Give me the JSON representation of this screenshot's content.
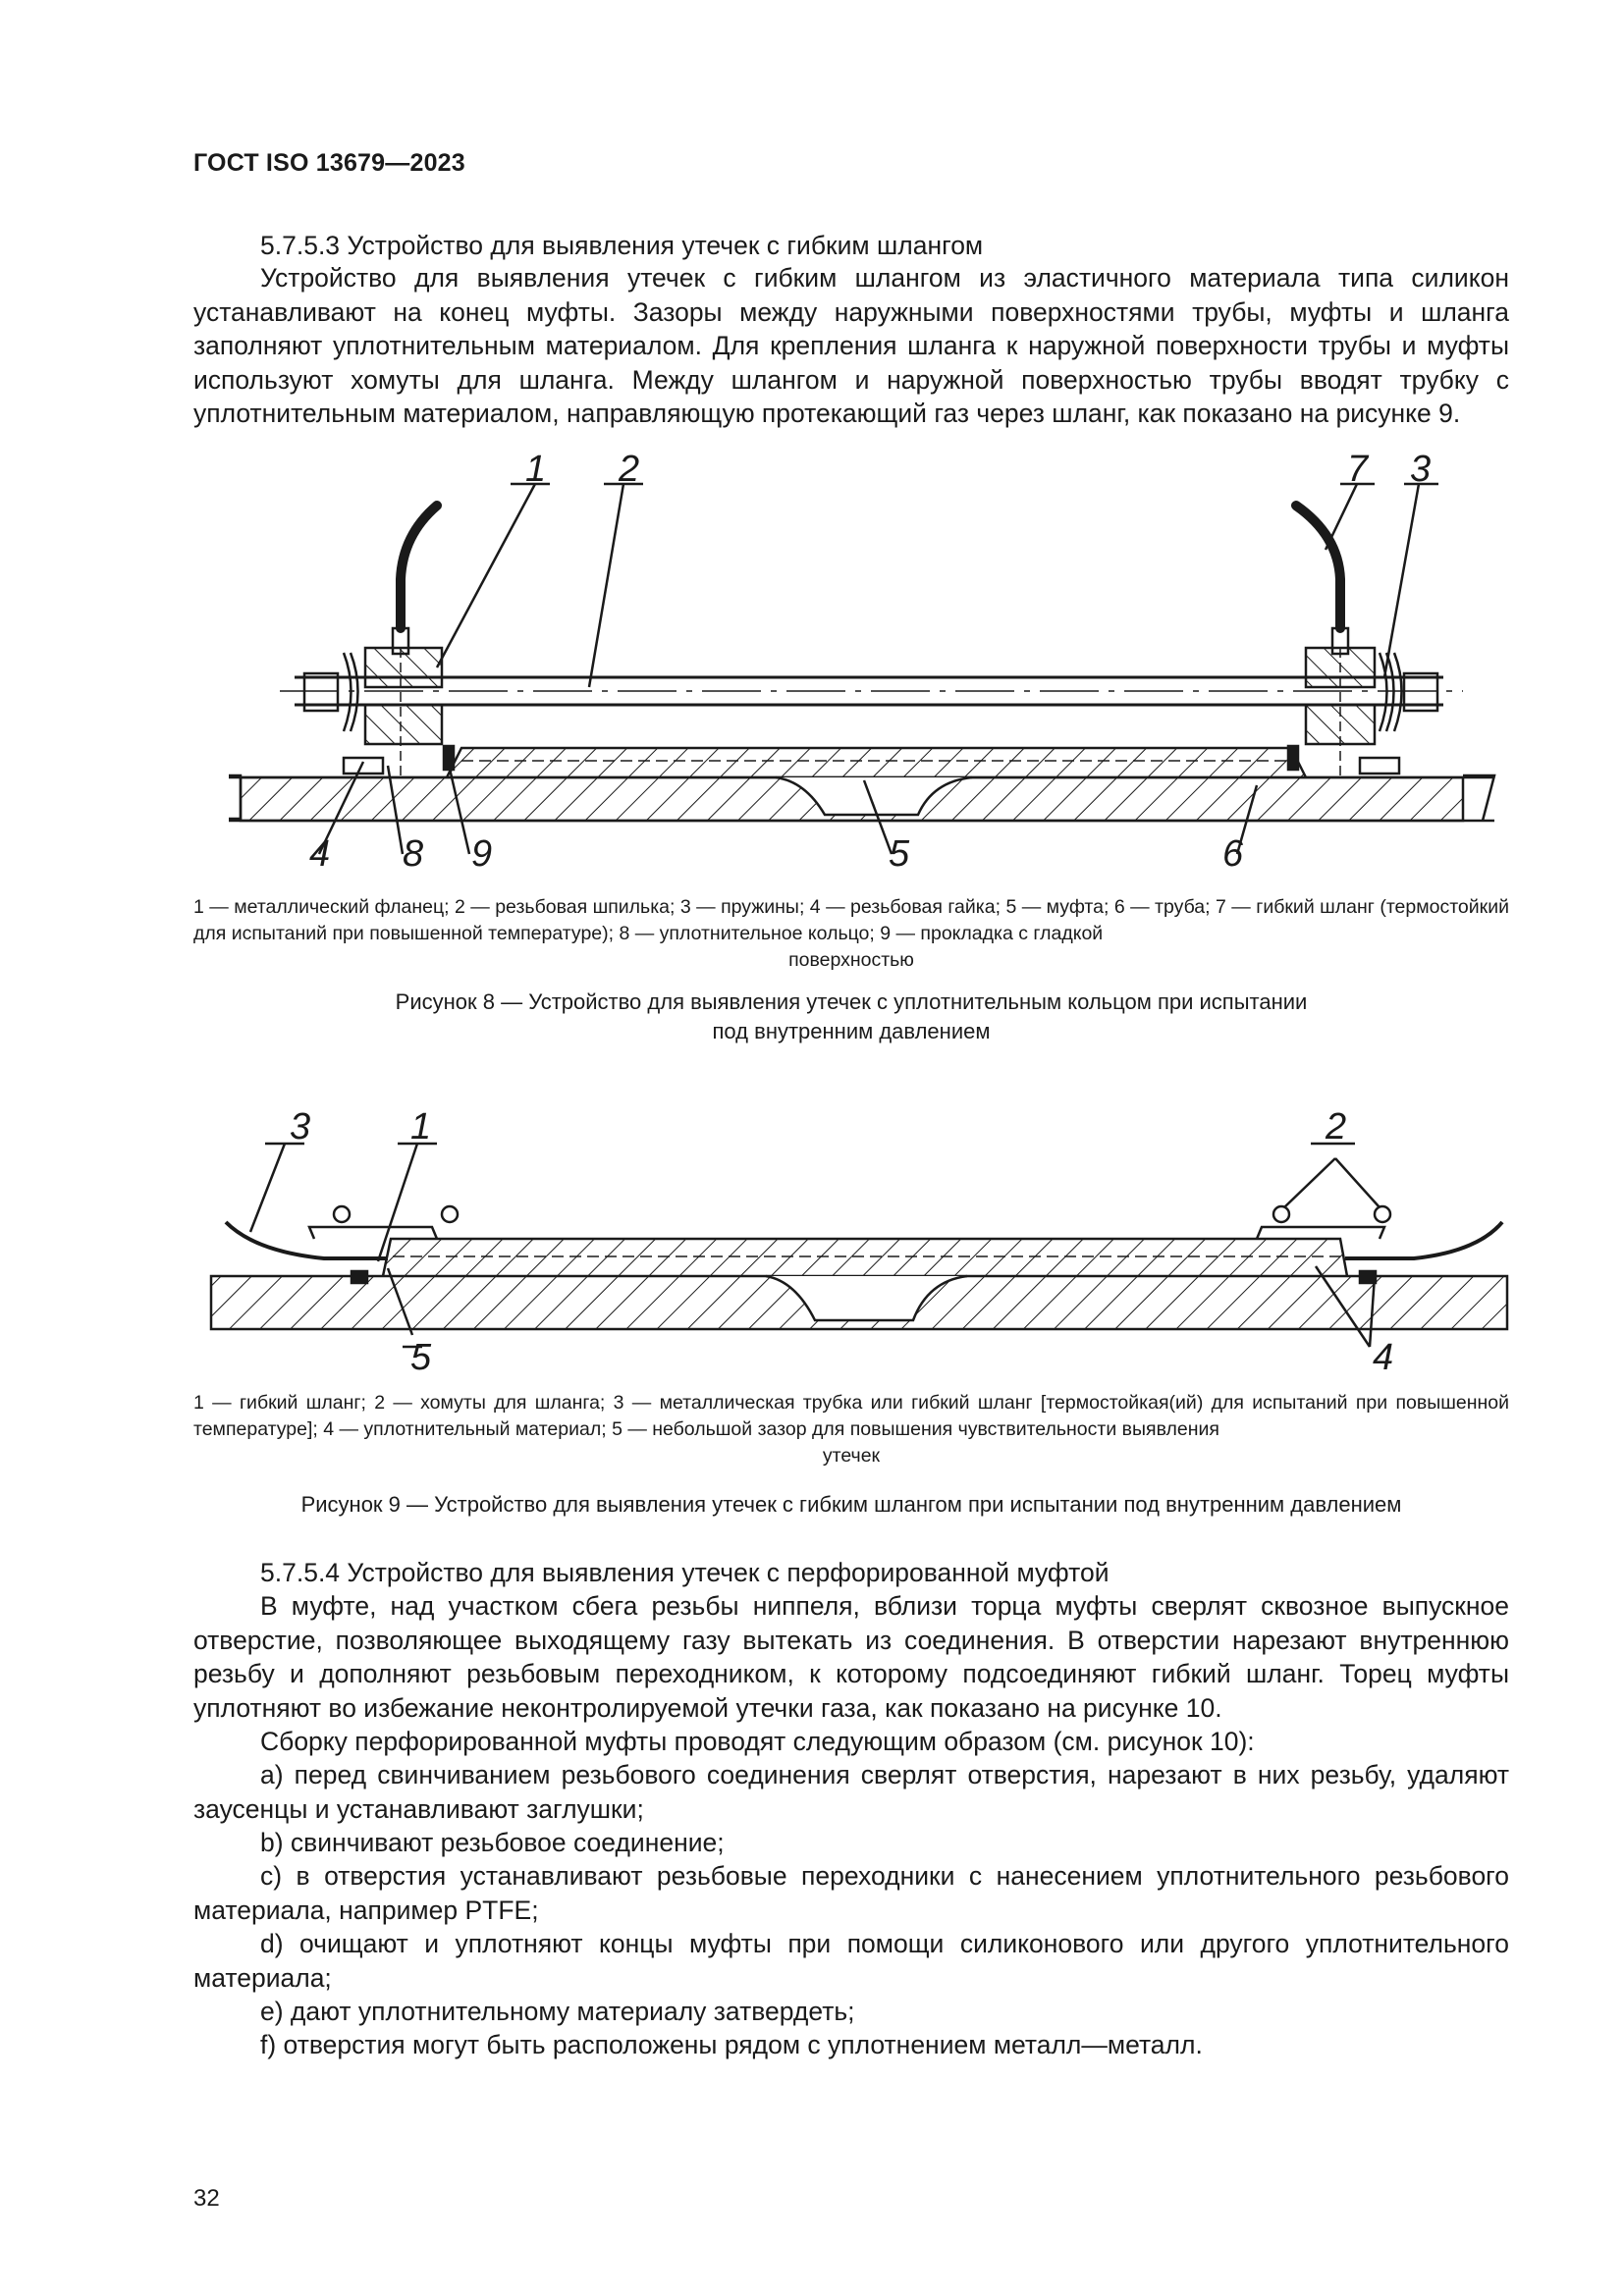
{
  "header": {
    "doc_id": "ГОСТ ISO 13679—2023"
  },
  "section_5753": {
    "title": "5.7.5.3  Устройство для выявления утечек с гибким шлангом",
    "body": "Устройство для выявления утечек с гибким шлангом из эластичного материала типа силикон устанавливают на конец муфты. Зазоры между наружными поверхностями трубы, муфты и шланга заполняют уплотнительным материалом. Для крепления шланга к наружной поверхности трубы и муфты используют хомуты для шланга. Между шлангом и наружной поверхностью трубы вводят трубку с уплотнительным материалом, направляющую протекающий газ через шланг, как показано на рисунке 9."
  },
  "figure8": {
    "labels": [
      "1",
      "2",
      "7",
      "3",
      "4",
      "8",
      "9",
      "5",
      "6"
    ],
    "legend_part1": "1 — металлический фланец; 2 — резьбовая шпилька; 3 — пружины; 4 — резьбовая гайка; 5 — муфта; 6 — труба; 7 — гибкий шланг (термостойкий для испытаний при повышенной температуре); 8 — уплотнительное кольцо; 9 — прокладка с гладкой",
    "legend_part2": "поверхностью",
    "caption_line1": "Рисунок 8 — Устройство для выявления утечек с уплотнительным кольцом при испытании",
    "caption_line2": "под внутренним давлением"
  },
  "figure9": {
    "labels": [
      "3",
      "1",
      "2",
      "5",
      "4"
    ],
    "legend_part1": "1 — гибкий шланг; 2 — хомуты для шланга; 3 — металлическая трубка или гибкий шланг [термостойкая(ий) для испытаний при повышенной температуре]; 4 — уплотнительный материал; 5 — небольшой зазор для повышения чувствительности выявления",
    "legend_part2": "утечек",
    "caption": "Рисунок 9 — Устройство для выявления утечек с гибким шлангом при испытании под внутренним давлением"
  },
  "section_5754": {
    "title": "5.7.5.4  Устройство для выявления утечек с перфорированной муфтой",
    "body": "В муфте, над участком сбега резьбы ниппеля, вблизи торца муфты сверлят сквозное выпускное отверстие, позволяющее выходящему газу вытекать из соединения. В отверстии нарезают внутреннюю резьбу и дополняют резьбовым переходником, к которому подсоединяют гибкий шланг. Торец муфты уплотняют во избежание неконтролируемой утечки газа, как показано на рисунке 10.",
    "assembly_intro": "Сборку перфорированной муфты проводят следующим образом (см. рисунок 10):",
    "steps": [
      "a)  перед свинчиванием резьбового соединения сверлят отверстия, нарезают в них резьбу, удаляют заусенцы и устанавливают заглушки;",
      "b)  свинчивают резьбовое соединение;",
      "c)  в отверстия устанавливают резьбовые переходники с нанесением уплотнительного резьбового материала, например PTFE;",
      "d)  очищают и уплотняют концы муфты при помощи силиконового или другого уплотнительного материала;",
      "e)  дают уплотнительному материалу затвердеть;",
      "f)  отверстия могут быть расположены рядом с уплотнением металл—металл."
    ]
  },
  "footer": {
    "page_number": "32"
  }
}
